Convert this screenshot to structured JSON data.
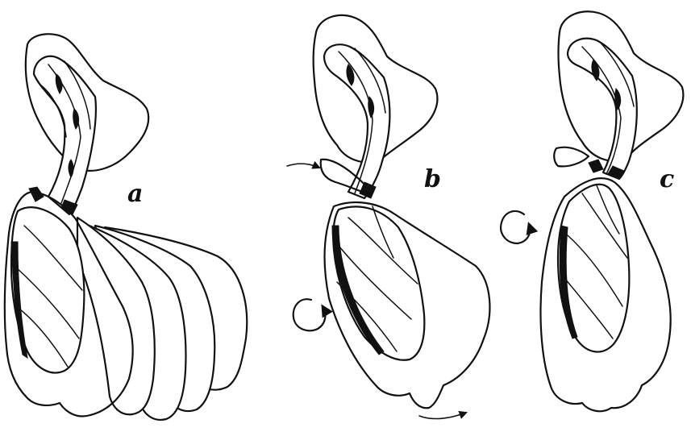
{
  "figure": {
    "panels": [
      {
        "id": "a",
        "label": "a"
      },
      {
        "id": "b",
        "label": "b"
      },
      {
        "id": "c",
        "label": "c"
      }
    ],
    "colors": {
      "ink": "#111111",
      "paper": "#ffffff"
    }
  }
}
